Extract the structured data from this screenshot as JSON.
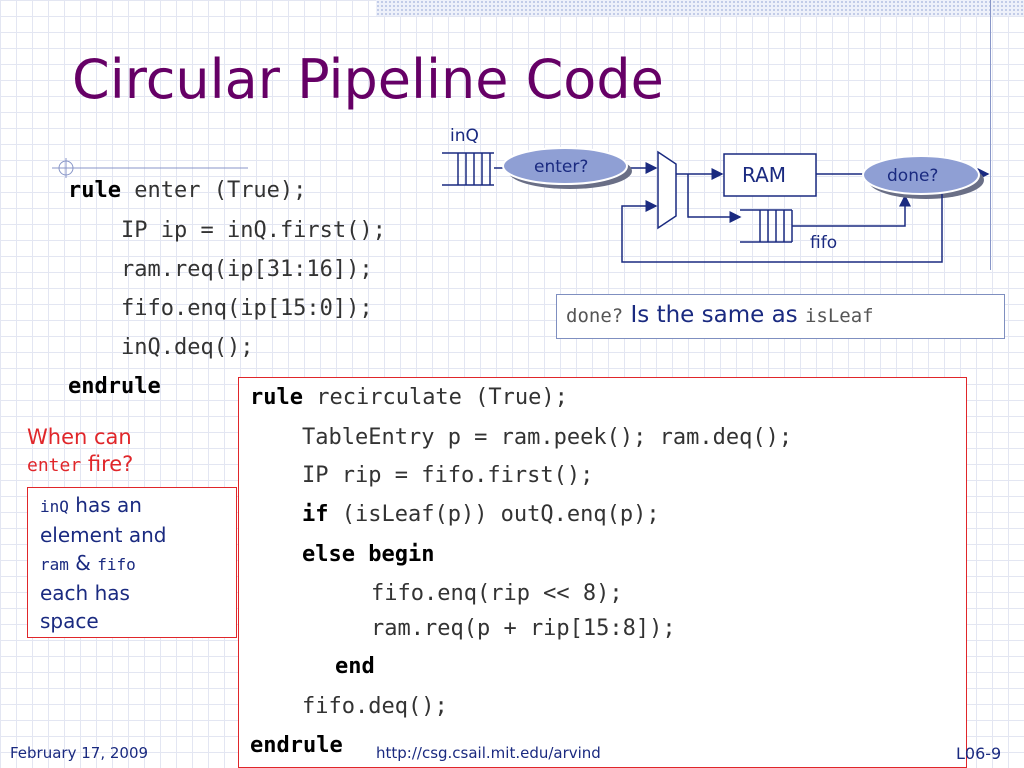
{
  "slide": {
    "title": "Circular Pipeline Code",
    "date": "February 17, 2009",
    "url": "http://csg.csail.mit.edu/arvind",
    "page": "L06-9"
  },
  "rule1": {
    "kw_rule": "rule",
    "header": " enter (True);",
    "lines": [
      "IP ip = inQ.first();",
      "ram.req(ip[31:16]);",
      "fifo.enq(ip[15:0]);",
      "inQ.deq();"
    ],
    "kw_endrule": "endrule"
  },
  "question": {
    "line1": "When can",
    "code": "enter",
    "line2_rest": " fire?"
  },
  "answer": {
    "code1": "inQ",
    "text1": " has an",
    "text2": "element and",
    "code2": "ram",
    "amp": " & ",
    "code3": "fifo",
    "text3": "each has",
    "text4": "space"
  },
  "note": {
    "code1": "done?",
    "text": " Is the same as ",
    "code2": "isLeaf"
  },
  "rule2": {
    "kw_rule": "rule",
    "header": " recirculate (True);",
    "l1": "TableEntry p = ram.peek(); ram.deq();",
    "l2": "IP rip = fifo.first();",
    "kw_if": "if",
    "l3": " (isLeaf(p)) outQ.enq(p);",
    "kw_else": "else begin",
    "l4": "fifo.enq(rip << 8);",
    "l5": "ram.req(p + rip[15:8]);",
    "kw_end": "end",
    "l6": "fifo.deq();",
    "kw_endrule": "endrule"
  },
  "diagram": {
    "inq_label": "inQ",
    "enter_label": "enter?",
    "ram_label": "RAM",
    "done_label": "done?",
    "fifo_label": "fifo",
    "cloud_color": "#8f9fd4",
    "line_color": "#1a2a80"
  }
}
